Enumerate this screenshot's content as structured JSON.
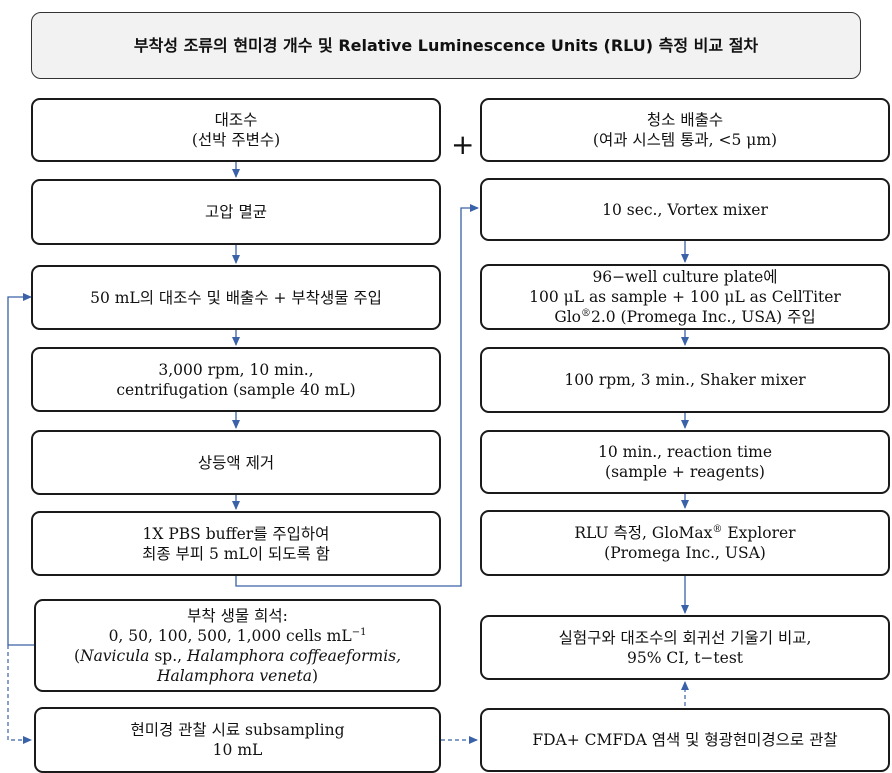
{
  "title": "부착성 조류의 현미경 개수 및 Relative Luminescence Units (RLU) 측정 비교 절차",
  "plus_sign": "+",
  "left": {
    "control_water": {
      "line1": "대조수",
      "line2": "(선박 주변수)"
    },
    "autoclave": "고압 멸균",
    "inoculation": "50 mL의 대조수 및 배출수 + 부착생물 주입",
    "centrifuge": {
      "line1": "3,000 rpm, 10 min.,",
      "line2": "centrifugation (sample 40 mL)"
    },
    "supernatant": "상등액 제거",
    "pbs": {
      "line1": "1X PBS buffer를 주입하여",
      "line2": "최종 부피 5 mL이 되도록 함"
    },
    "dilution": {
      "line1": "부착 생물 희석:",
      "line2_prefix": "0, 50, 100, 500, 1,000 cells mL",
      "line2_sup": "−1",
      "line3_sp1": "Navicula",
      "line3_mid": " sp., ",
      "line3_sp2": "Halamphora coffeaeformis,",
      "line4_open": "(",
      "line4_sp3": "Halamphora veneta",
      "line4_close": ")",
      "line3_open": "("
    },
    "subsampling": {
      "line1": "현미경 관찰 시료 subsampling",
      "line2": "10 mL"
    }
  },
  "right": {
    "discharge": {
      "line1": "청소 배출수",
      "line2": "(여과 시스템 통과, <5 μm)"
    },
    "vortex": "10 sec., Vortex mixer",
    "plate": {
      "line1": "96−well culture plate에",
      "line2": "100 μL as sample + 100 μL as CellTiter",
      "line3_a": "Glo",
      "line3_reg": "®",
      "line3_b": "2.0 (Promega Inc., USA) 주입"
    },
    "shaker": "100 rpm, 3 min., Shaker mixer",
    "reaction": {
      "line1": "10 min., reaction time",
      "line2": "(sample + reagents)"
    },
    "rlu": {
      "line1_a": "RLU 측정, GloMax",
      "line1_reg": "®",
      "line1_b": " Explorer",
      "line2": "(Promega Inc., USA)"
    },
    "comparison": {
      "line1": "실험구와 대조수의 회귀선 기울기 비교,",
      "line2": "95% CI, t−test"
    },
    "staining": "FDA+ CMFDA 염색 및 형광현미경으로 관찰"
  },
  "colors": {
    "arrow": "#3a62a8",
    "border": "#1a1a1a",
    "title_bg": "#f2f2f2"
  }
}
